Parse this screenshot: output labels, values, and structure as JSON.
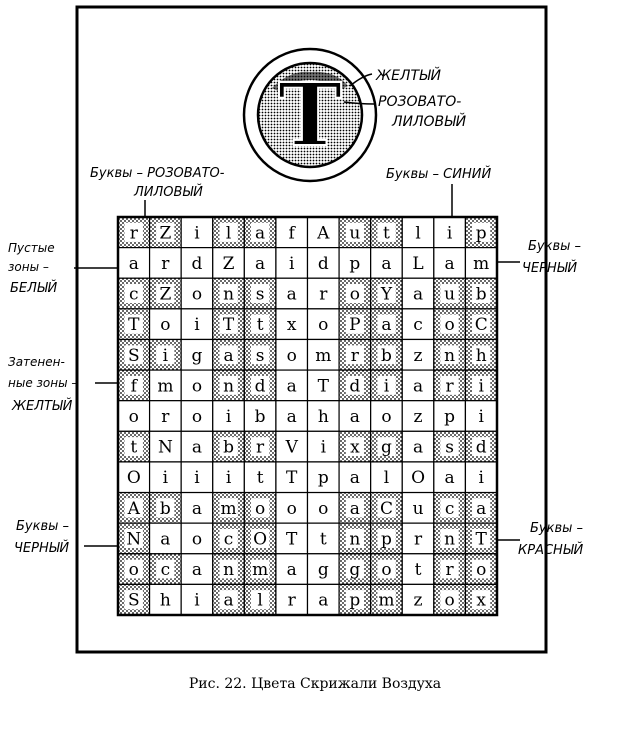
{
  "seal": {
    "letter": "T",
    "label_yellow": "ЖЕЛТЫЙ",
    "label_violet_1": "РОЗОВАТО-",
    "label_violet_2": "ЛИЛОВЫЙ"
  },
  "labels": {
    "letters_violet_1": "Буквы – РОЗОВАТО-",
    "letters_violet_2": "ЛИЛОВЫЙ",
    "letters_blue": "Буквы – СИНИЙ",
    "empty_1": "Пустые",
    "empty_2": "зоны –",
    "empty_3": "БЕЛЫЙ",
    "letters_black_right_1": "Буквы –",
    "letters_black_right_2": "ЧЕРНЫЙ",
    "shaded_1": "Затенен-",
    "shaded_2": "ные зоны –",
    "shaded_3": "ЖЕЛТЫЙ",
    "letters_black_left_1": "Буквы –",
    "letters_black_left_2": "ЧЕРНЫЙ",
    "letters_red_1": "Буквы –",
    "letters_red_2": "КРАСНЫЙ"
  },
  "grid": {
    "rows": [
      [
        {
          "t": "r",
          "s": 1
        },
        {
          "t": "Z",
          "s": 1
        },
        {
          "t": "i",
          "s": 0
        },
        {
          "t": "l",
          "s": 1
        },
        {
          "t": "a",
          "s": 1
        },
        {
          "t": "f",
          "s": 0
        },
        {
          "t": "A",
          "s": 0
        },
        {
          "t": "u",
          "s": 1
        },
        {
          "t": "t",
          "s": 1
        },
        {
          "t": "l",
          "s": 0
        },
        {
          "t": "i",
          "s": 0
        },
        {
          "t": "p",
          "s": 1
        }
      ],
      [
        {
          "t": "a",
          "s": 0
        },
        {
          "t": "r",
          "s": 0
        },
        {
          "t": "d",
          "s": 0
        },
        {
          "t": "Z",
          "s": 0
        },
        {
          "t": "a",
          "s": 0
        },
        {
          "t": "i",
          "s": 0
        },
        {
          "t": "d",
          "s": 0
        },
        {
          "t": "p",
          "s": 0
        },
        {
          "t": "a",
          "s": 0
        },
        {
          "t": "L",
          "s": 0
        },
        {
          "t": "a",
          "s": 0
        },
        {
          "t": "m",
          "s": 0
        }
      ],
      [
        {
          "t": "c",
          "s": 1
        },
        {
          "t": "Z",
          "s": 1
        },
        {
          "t": "o",
          "s": 0
        },
        {
          "t": "n",
          "s": 1
        },
        {
          "t": "s",
          "s": 1
        },
        {
          "t": "a",
          "s": 0
        },
        {
          "t": "r",
          "s": 0
        },
        {
          "t": "o",
          "s": 1
        },
        {
          "t": "Y",
          "s": 1
        },
        {
          "t": "a",
          "s": 0
        },
        {
          "t": "u",
          "s": 1
        },
        {
          "t": "b",
          "s": 1
        }
      ],
      [
        {
          "t": "T",
          "s": 1
        },
        {
          "t": "o",
          "s": 0
        },
        {
          "t": "i",
          "s": 0
        },
        {
          "t": "T",
          "s": 1
        },
        {
          "t": "t",
          "s": 1
        },
        {
          "t": "x",
          "s": 0
        },
        {
          "t": "o",
          "s": 0
        },
        {
          "t": "P",
          "s": 1
        },
        {
          "t": "a",
          "s": 1
        },
        {
          "t": "c",
          "s": 0
        },
        {
          "t": "o",
          "s": 1
        },
        {
          "t": "C",
          "s": 1
        }
      ],
      [
        {
          "t": "S",
          "s": 1
        },
        {
          "t": "i",
          "s": 1
        },
        {
          "t": "g",
          "s": 0
        },
        {
          "t": "a",
          "s": 1
        },
        {
          "t": "s",
          "s": 1
        },
        {
          "t": "o",
          "s": 0
        },
        {
          "t": "m",
          "s": 0
        },
        {
          "t": "r",
          "s": 1
        },
        {
          "t": "b",
          "s": 1
        },
        {
          "t": "z",
          "s": 0
        },
        {
          "t": "n",
          "s": 1
        },
        {
          "t": "h",
          "s": 1
        }
      ],
      [
        {
          "t": "f",
          "s": 1
        },
        {
          "t": "m",
          "s": 0
        },
        {
          "t": "o",
          "s": 0
        },
        {
          "t": "n",
          "s": 1
        },
        {
          "t": "d",
          "s": 1
        },
        {
          "t": "a",
          "s": 0
        },
        {
          "t": "T",
          "s": 0
        },
        {
          "t": "d",
          "s": 1
        },
        {
          "t": "i",
          "s": 1
        },
        {
          "t": "a",
          "s": 0
        },
        {
          "t": "r",
          "s": 1
        },
        {
          "t": "i",
          "s": 1
        }
      ],
      [
        {
          "t": "o",
          "s": 0
        },
        {
          "t": "r",
          "s": 0
        },
        {
          "t": "o",
          "s": 0
        },
        {
          "t": "i",
          "s": 0
        },
        {
          "t": "b",
          "s": 0
        },
        {
          "t": "a",
          "s": 0
        },
        {
          "t": "h",
          "s": 0
        },
        {
          "t": "a",
          "s": 0
        },
        {
          "t": "o",
          "s": 0
        },
        {
          "t": "z",
          "s": 0
        },
        {
          "t": "p",
          "s": 0
        },
        {
          "t": "i",
          "s": 0
        }
      ],
      [
        {
          "t": "t",
          "s": 1
        },
        {
          "t": "N",
          "s": 0
        },
        {
          "t": "a",
          "s": 0
        },
        {
          "t": "b",
          "s": 1
        },
        {
          "t": "r",
          "s": 1
        },
        {
          "t": "V",
          "s": 0
        },
        {
          "t": "i",
          "s": 0
        },
        {
          "t": "x",
          "s": 1
        },
        {
          "t": "g",
          "s": 1
        },
        {
          "t": "a",
          "s": 0
        },
        {
          "t": "s",
          "s": 1
        },
        {
          "t": "d",
          "s": 1
        }
      ],
      [
        {
          "t": "O",
          "s": 0
        },
        {
          "t": "i",
          "s": 0
        },
        {
          "t": "i",
          "s": 0
        },
        {
          "t": "i",
          "s": 0
        },
        {
          "t": "t",
          "s": 0
        },
        {
          "t": "T",
          "s": 0
        },
        {
          "t": "p",
          "s": 0
        },
        {
          "t": "a",
          "s": 0
        },
        {
          "t": "l",
          "s": 0
        },
        {
          "t": "O",
          "s": 0
        },
        {
          "t": "a",
          "s": 0
        },
        {
          "t": "i",
          "s": 0
        }
      ],
      [
        {
          "t": "A",
          "s": 1
        },
        {
          "t": "b",
          "s": 1
        },
        {
          "t": "a",
          "s": 0
        },
        {
          "t": "m",
          "s": 1
        },
        {
          "t": "o",
          "s": 1
        },
        {
          "t": "o",
          "s": 0
        },
        {
          "t": "o",
          "s": 0
        },
        {
          "t": "a",
          "s": 1
        },
        {
          "t": "C",
          "s": 1
        },
        {
          "t": "u",
          "s": 0
        },
        {
          "t": "c",
          "s": 1
        },
        {
          "t": "a",
          "s": 1
        }
      ],
      [
        {
          "t": "N",
          "s": 1
        },
        {
          "t": "a",
          "s": 0
        },
        {
          "t": "o",
          "s": 0
        },
        {
          "t": "c",
          "s": 1
        },
        {
          "t": "O",
          "s": 1
        },
        {
          "t": "T",
          "s": 0
        },
        {
          "t": "t",
          "s": 0
        },
        {
          "t": "n",
          "s": 1
        },
        {
          "t": "p",
          "s": 1
        },
        {
          "t": "r",
          "s": 0
        },
        {
          "t": "n",
          "s": 1
        },
        {
          "t": "T",
          "s": 1
        }
      ],
      [
        {
          "t": "o",
          "s": 1
        },
        {
          "t": "c",
          "s": 1
        },
        {
          "t": "a",
          "s": 0
        },
        {
          "t": "n",
          "s": 1
        },
        {
          "t": "m",
          "s": 1
        },
        {
          "t": "a",
          "s": 0
        },
        {
          "t": "g",
          "s": 0
        },
        {
          "t": "g",
          "s": 1
        },
        {
          "t": "o",
          "s": 1
        },
        {
          "t": "t",
          "s": 0
        },
        {
          "t": "r",
          "s": 1
        },
        {
          "t": "o",
          "s": 1
        }
      ],
      [
        {
          "t": "S",
          "s": 1
        },
        {
          "t": "h",
          "s": 0
        },
        {
          "t": "i",
          "s": 0
        },
        {
          "t": "a",
          "s": 1
        },
        {
          "t": "l",
          "s": 1
        },
        {
          "t": "r",
          "s": 0
        },
        {
          "t": "a",
          "s": 0
        },
        {
          "t": "p",
          "s": 1
        },
        {
          "t": "m",
          "s": 1
        },
        {
          "t": "z",
          "s": 0
        },
        {
          "t": "o",
          "s": 1
        },
        {
          "t": "x",
          "s": 1
        }
      ]
    ]
  },
  "caption": "Рис. 22. Цвета Скрижали Воздуха"
}
